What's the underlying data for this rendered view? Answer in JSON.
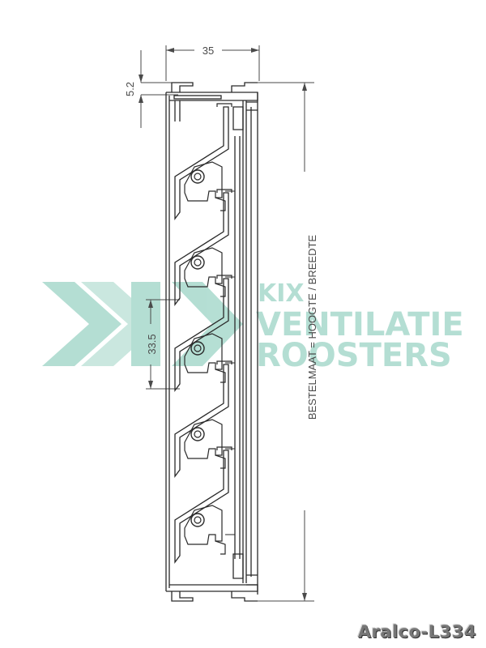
{
  "drawing": {
    "product_code": "Aralco-L334",
    "dimensions": {
      "width": "35",
      "frame_lip": "5.2",
      "blade_pitch": "33.5",
      "order_size_label": "BESTELMAAT = HOOGTE / BREEDTE"
    },
    "blade_count": 5
  },
  "watermark": {
    "brand_line1": "KIX",
    "brand_line2": "VENTILATIE",
    "brand_line3": "ROOSTERS",
    "color": "#78c4b0"
  },
  "colors": {
    "line": "#2a2a2a",
    "dim_line": "#4a4a4a"
  }
}
